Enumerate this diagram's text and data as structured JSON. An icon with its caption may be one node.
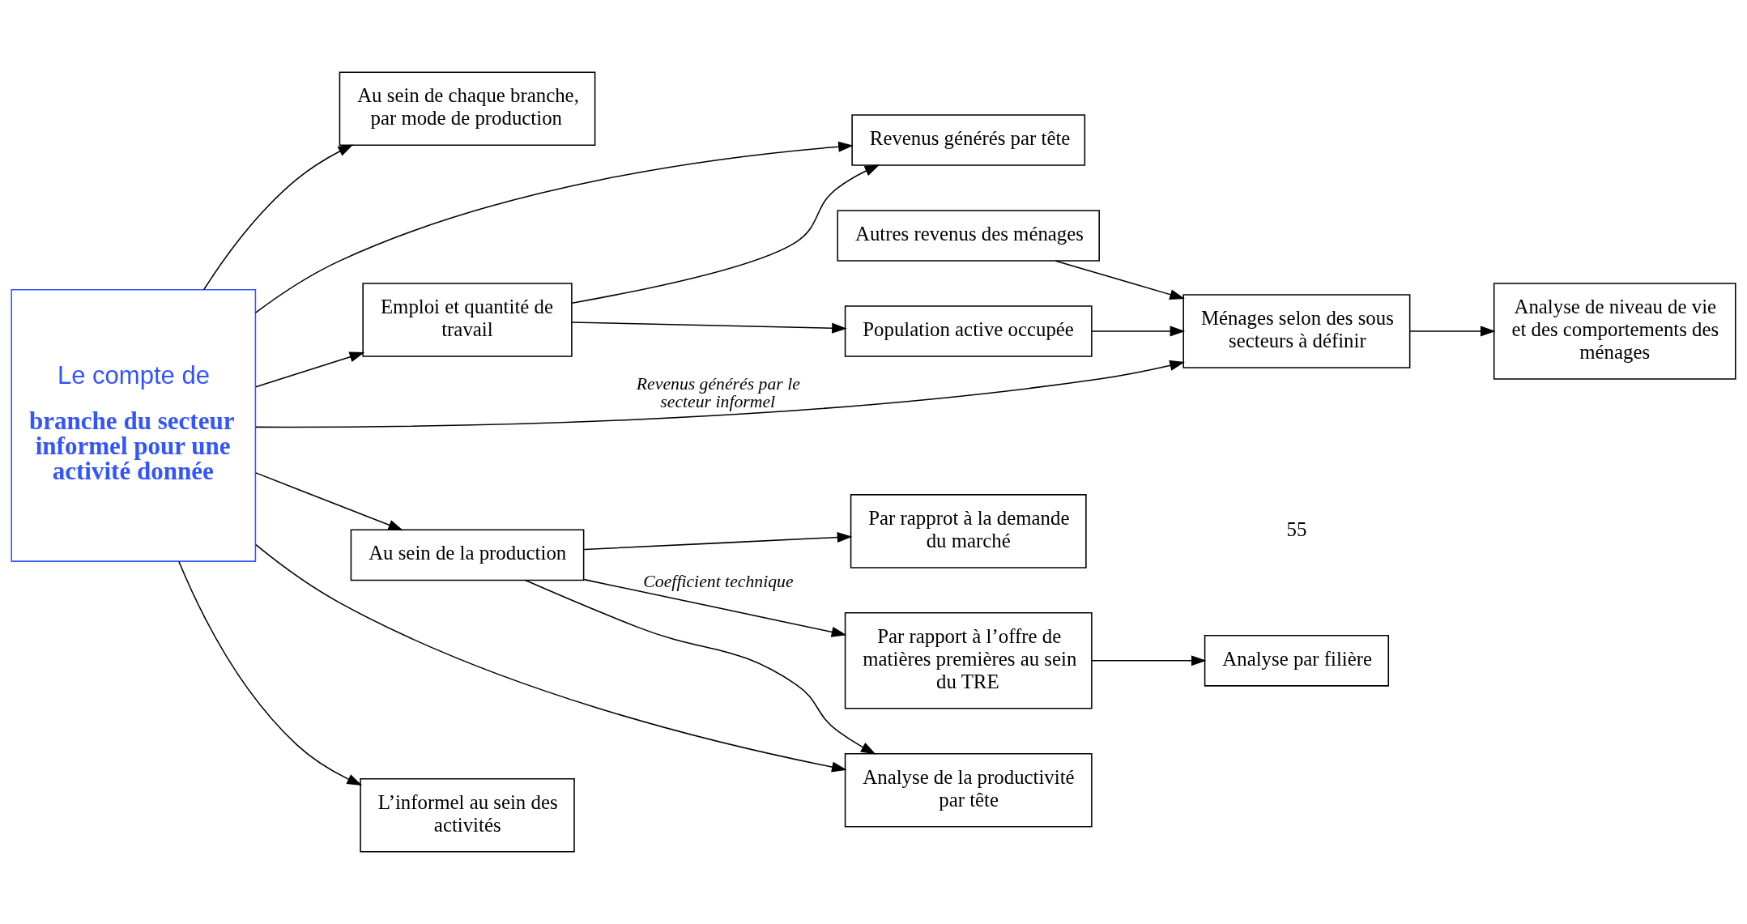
{
  "diagram": {
    "nodes": [
      {
        "text": [
          "Le compte de",
          "branche du secteur informel pour une activité donnée"
        ]
      },
      {
        "text": [
          "Au sein de chaque branche, par mode de production"
        ]
      },
      {
        "text": [
          "Revenus générés par tête"
        ]
      },
      {
        "text": [
          "Analyse par filière"
        ]
      },
      {
        "text": [
          "Population active occupée"
        ]
      },
      {
        "text": [
          "Emploi et quantité de travail"
        ]
      },
      {
        "text": [
          "Au sein de la production"
        ]
      },
      {
        "text": [
          "Par rapport à l’offre de matières premières au sein du TRE"
        ]
      },
      {
        "text": [
          "Ménages selon des sous secteurs à définir"
        ]
      },
      {
        "text": [
          "Analyse de la productivité par tête"
        ]
      },
      {
        "text": [
          "Par rapprot à la demande du marché"
        ]
      },
      {
        "text": [
          "Analyse de niveau de vie et des comportements des ménages"
        ]
      },
      {
        "text": [
          "L’informel au sein des activités"
        ]
      },
      {
        "text": [
          "Autres revenus des ménages"
        ]
      }
    ],
    "edges": [
      {
        "from": 0,
        "to": 1,
        "arrow": "to"
      },
      {
        "from": 0,
        "to": 2,
        "arrow": "to"
      },
      {
        "from": 0,
        "to": 5,
        "arrow": "to"
      },
      {
        "from": 5,
        "to": 2,
        "arrow": "to"
      },
      {
        "from": 5,
        "to": 4,
        "arrow": "to"
      },
      {
        "from": 4,
        "to": 8,
        "arrow": "to"
      },
      {
        "from": 0,
        "to": 8,
        "arrow": "to",
        "label": "Revenus générés par le secteur informel"
      },
      {
        "from": 13,
        "to": 8,
        "arrow": "to"
      },
      {
        "from": 8,
        "to": 11,
        "arrow": "to"
      },
      {
        "from": 0,
        "to": 12,
        "arrow": "to"
      },
      {
        "from": 0,
        "to": 6,
        "arrow": "to"
      },
      {
        "from": 0,
        "to": 9,
        "arrow": "to"
      },
      {
        "from": 6,
        "to": 7,
        "arrow": "to",
        "label": "Coefficient technique"
      },
      {
        "from": 7,
        "to": 3,
        "arrow": "to"
      },
      {
        "from": 6,
        "to": 9,
        "arrow": "to"
      },
      {
        "from": 6,
        "to": 10,
        "arrow": "to"
      }
    ],
    "labels": [
      "55"
    ]
  }
}
